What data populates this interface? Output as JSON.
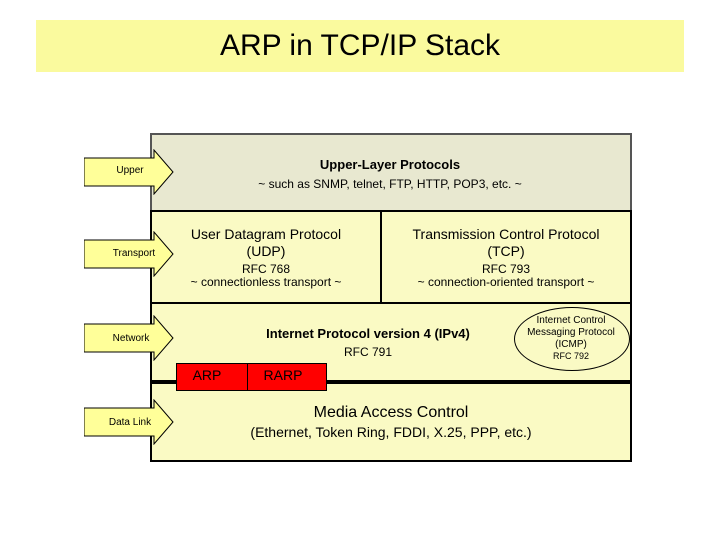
{
  "title": "ARP in TCP/IP Stack",
  "layers": [
    {
      "label": "Upper"
    },
    {
      "label": "Transport"
    },
    {
      "label": "Network"
    },
    {
      "label": "Data Link"
    }
  ],
  "upper": {
    "name": "Upper-Layer Protocols",
    "examples": "~ such as SNMP, telnet, FTP, HTTP, POP3, etc. ~"
  },
  "udp": {
    "name": "User Datagram Protocol",
    "abbr": "(UDP)",
    "rfc": "RFC 768",
    "desc": "~ connectionless transport ~"
  },
  "tcp": {
    "name": "Transmission Control Protocol",
    "abbr": "(TCP)",
    "rfc": "RFC 793",
    "desc": "~ connection-oriented transport ~"
  },
  "ip": {
    "name": "Internet Protocol version 4 (IPv4)",
    "rfc": "RFC 791"
  },
  "icmp": {
    "line1": "Internet Control",
    "line2": "Messaging Protocol",
    "abbr": "(ICMP)",
    "rfc": "RFC 792"
  },
  "arp": {
    "label": "ARP"
  },
  "rarp": {
    "label": "RARP"
  },
  "mac": {
    "name": "Media Access Control",
    "desc": "(Ethernet, Token Ring, FDDI, X.25, PPP, etc.)"
  },
  "colors": {
    "title_band": "#fafa9e",
    "box_fill": "#fafac4",
    "upper_fill": "#e8e8d0",
    "arrow_fill": "#ffff99",
    "arp_fill": "#ff0000"
  }
}
